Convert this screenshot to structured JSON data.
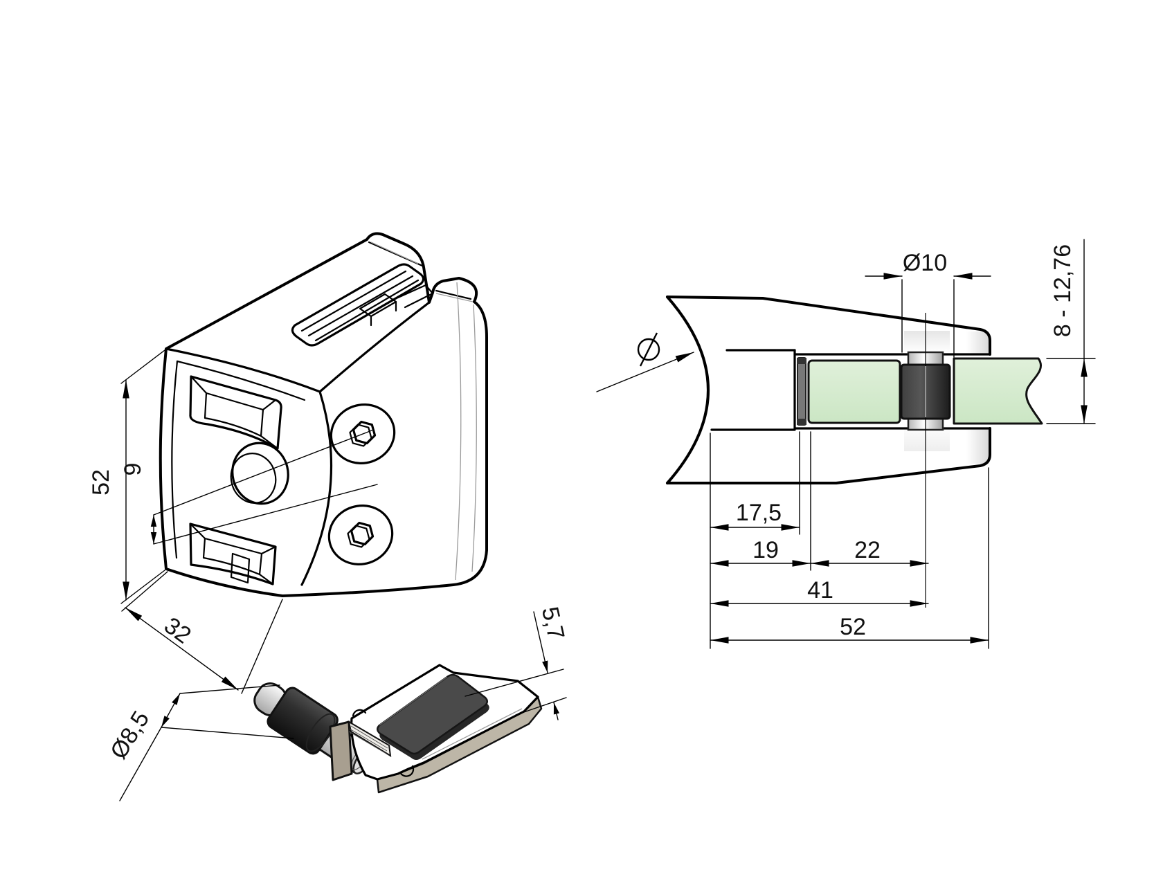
{
  "drawing": {
    "background": "#ffffff",
    "line_color": "#000000",
    "labels": {
      "iso_height": "52",
      "iso_hole_offset": "9",
      "iso_depth": "32",
      "pin_diameter": "Ø8,5",
      "insert_thickness": "5,7",
      "section_pin_diameter": "Ø10",
      "glass_thickness_range": "8 - 12,76",
      "dim_17_5": "17,5",
      "dim_19": "19",
      "dim_22": "22",
      "dim_41": "41",
      "dim_52": "52"
    },
    "icons": {
      "diameter_symbol": "circle-with-slash"
    },
    "colors": {
      "glass": "#d7ebd1",
      "glass_shadow": "#c6e3bf",
      "rubber": "#3a3a3a",
      "rubber_dark": "#1d1d1d",
      "metal_highlight": "#fefefe",
      "metal_shadow": "#9f9f9f",
      "insert_metal": "#bdb6a7",
      "insert_metal_dark": "#a89f90",
      "insert_pad": "#4a4a4a",
      "gasket": "#787878",
      "soft_shading": "#bfbfbf"
    }
  }
}
